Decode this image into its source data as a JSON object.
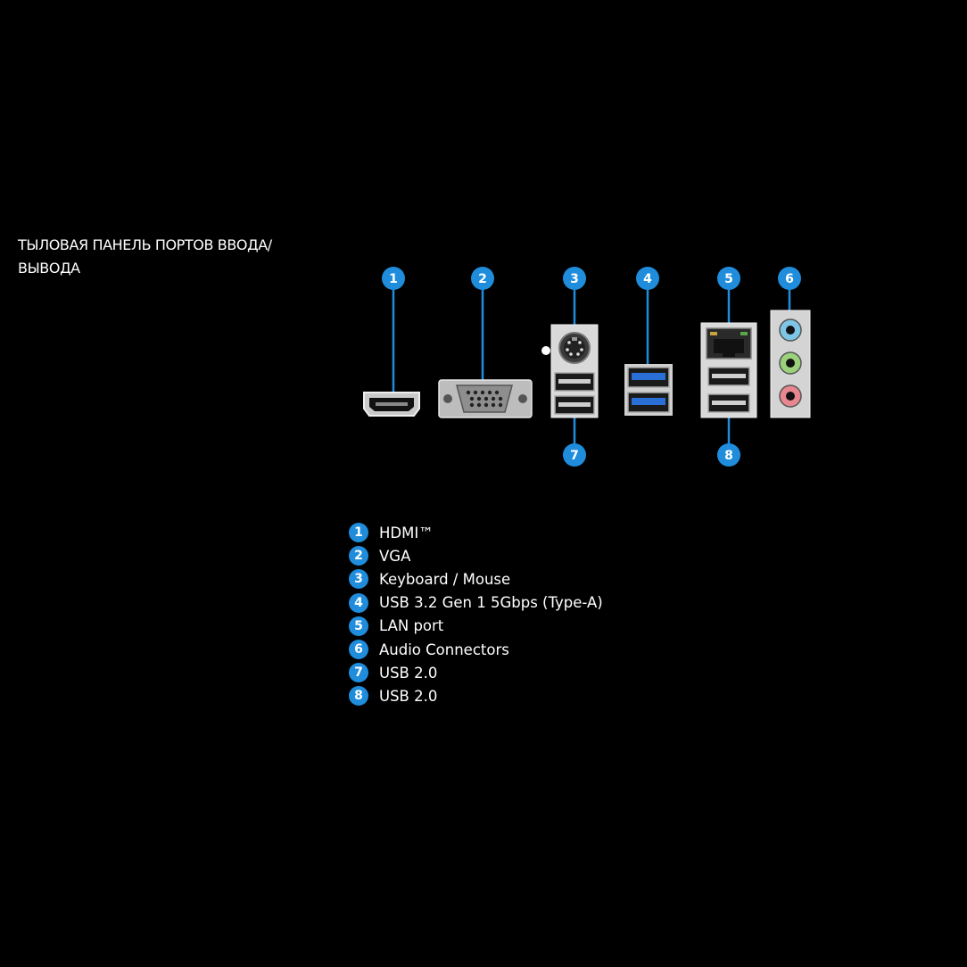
{
  "title": {
    "line1": "ТЫЛОВАЯ ПАНЕЛЬ ПОРТОВ ВВОДА/",
    "line2": "ВЫВОДА"
  },
  "badges": [
    "1",
    "2",
    "3",
    "4",
    "5",
    "6",
    "7",
    "8"
  ],
  "legend": [
    {
      "num": "1",
      "label": "HDMI™"
    },
    {
      "num": "2",
      "label": "VGA"
    },
    {
      "num": "3",
      "label": "Keyboard / Mouse"
    },
    {
      "num": "4",
      "label": "USB 3.2 Gen 1 5Gbps (Type-A)"
    },
    {
      "num": "5",
      "label": "LAN port"
    },
    {
      "num": "6",
      "label": "Audio Connectors"
    },
    {
      "num": "7",
      "label": "USB 2.0"
    },
    {
      "num": "8",
      "label": "USB 2.0"
    }
  ],
  "colors": {
    "background": "#000000",
    "badge": "#1f8ddc",
    "usb3_blue": "#2a6fd6",
    "audio_blue": "#7ec6e6",
    "audio_green": "#9bd17a",
    "audio_pink": "#e8878f"
  }
}
